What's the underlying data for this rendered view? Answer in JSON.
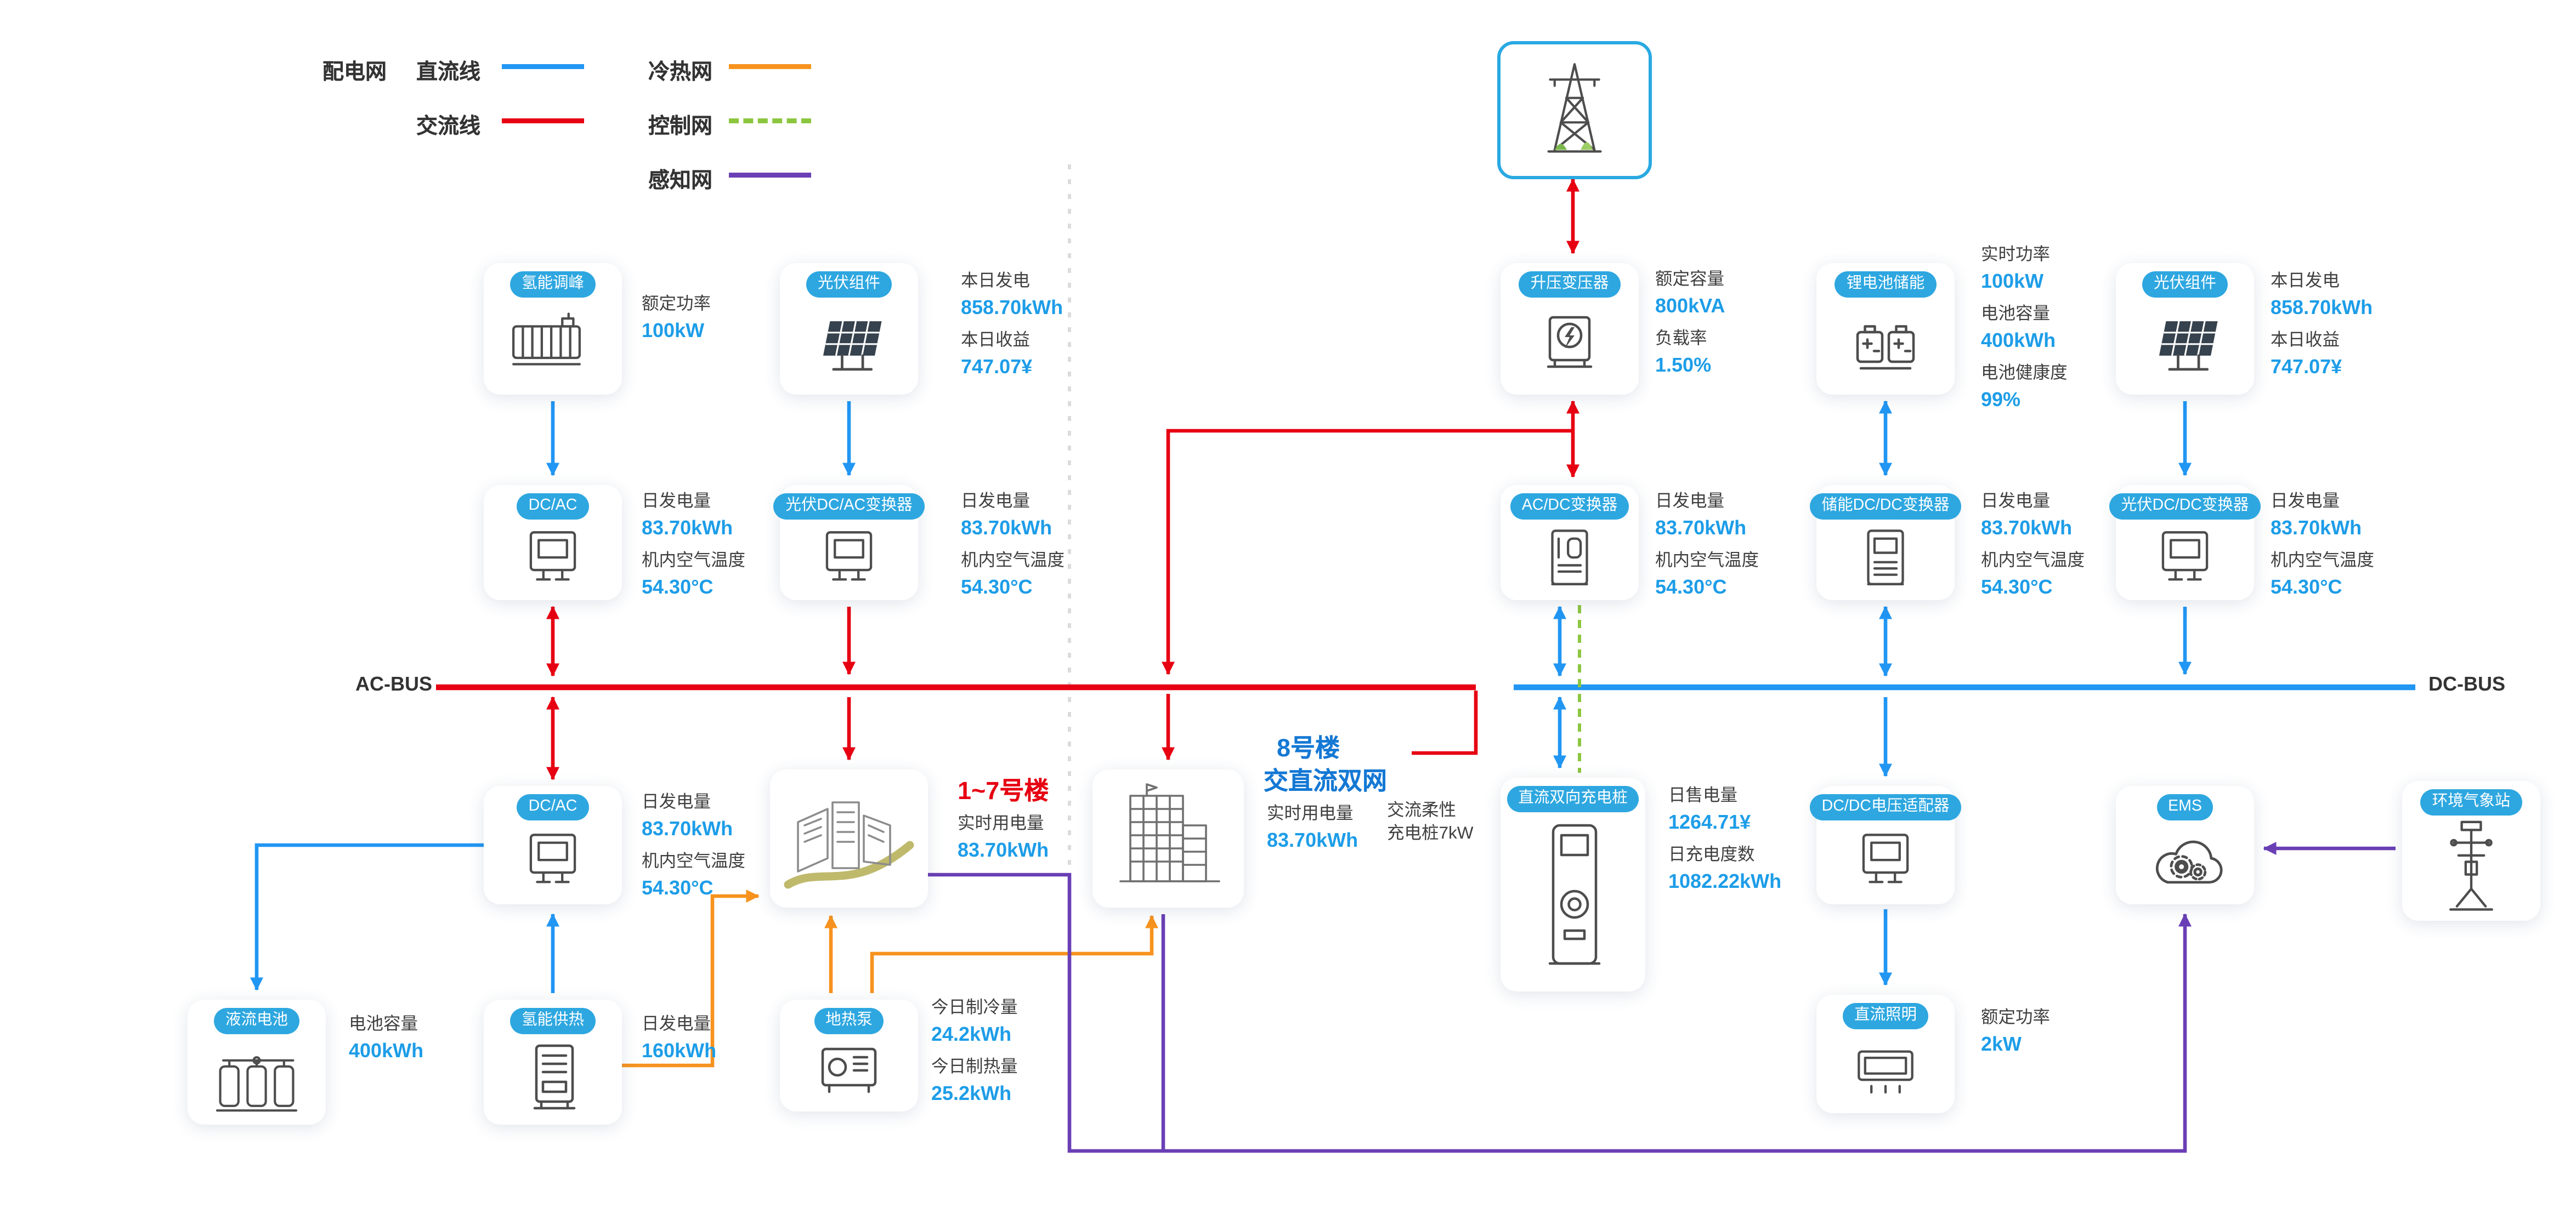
{
  "legend": {
    "title": "配电网",
    "items": [
      {
        "label": "直流线",
        "color": "#2196F3",
        "style": "solid"
      },
      {
        "label": "交流线",
        "color": "#E60012",
        "style": "solid"
      },
      {
        "label": "冷热网",
        "color": "#F7931E",
        "style": "solid"
      },
      {
        "label": "控制网",
        "color": "#8CC63F",
        "style": "dashed"
      },
      {
        "label": "感知网",
        "color": "#6A3FB5",
        "style": "solid"
      }
    ]
  },
  "buses": {
    "ac_label": "AC-BUS",
    "dc_label": "DC-BUS"
  },
  "nodes": {
    "hydrogen_peak": {
      "label": "氢能调峰",
      "stats": [
        {
          "label": "额定功率",
          "value": "100kW"
        }
      ]
    },
    "pv_left": {
      "label": "光伏组件",
      "stats": [
        {
          "label": "本日发电",
          "value": "858.70kWh"
        },
        {
          "label": "本日收益",
          "value": "747.07¥"
        }
      ]
    },
    "dcac_top": {
      "label": "DC/AC",
      "stats": [
        {
          "label": "日发电量",
          "value": "83.70kWh"
        },
        {
          "label": "机内空气温度",
          "value": "54.30°C"
        }
      ]
    },
    "pv_dcac": {
      "label": "光伏DC/AC变换器",
      "stats": [
        {
          "label": "日发电量",
          "value": "83.70kWh"
        },
        {
          "label": "机内空气温度",
          "value": "54.30°C"
        }
      ]
    },
    "dcac_bottom": {
      "label": "DC/AC",
      "stats": [
        {
          "label": "日发电量",
          "value": "83.70kWh"
        },
        {
          "label": "机内空气温度",
          "value": "54.30°C"
        }
      ]
    },
    "flow_battery": {
      "label": "液流电池",
      "stats": [
        {
          "label": "电池容量",
          "value": "400kWh"
        }
      ]
    },
    "h2_heating": {
      "label": "氢能供热",
      "stats": [
        {
          "label": "日发电量",
          "value": "160kWh"
        }
      ]
    },
    "geothermal": {
      "label": "地热泵",
      "stats": [
        {
          "label": "今日制冷量",
          "value": "24.2kWh"
        },
        {
          "label": "今日制热量",
          "value": "25.2kWh"
        }
      ]
    },
    "transformer": {
      "label": "升压变压器",
      "stats": [
        {
          "label": "额定容量",
          "value": "800kVA"
        },
        {
          "label": "负载率",
          "value": "1.50%"
        }
      ]
    },
    "li_battery": {
      "label": "锂电池储能",
      "stats": [
        {
          "label": "实时功率",
          "value": "100kW"
        },
        {
          "label": "电池容量",
          "value": "400kWh"
        },
        {
          "label": "电池健康度",
          "value": "99%"
        }
      ]
    },
    "pv_right": {
      "label": "光伏组件",
      "stats": [
        {
          "label": "本日发电",
          "value": "858.70kWh"
        },
        {
          "label": "本日收益",
          "value": "747.07¥"
        }
      ]
    },
    "acdc": {
      "label": "AC/DC变换器",
      "stats": [
        {
          "label": "日发电量",
          "value": "83.70kWh"
        },
        {
          "label": "机内空气温度",
          "value": "54.30°C"
        }
      ]
    },
    "storage_dcdc": {
      "label": "储能DC/DC变换器",
      "stats": [
        {
          "label": "日发电量",
          "value": "83.70kWh"
        },
        {
          "label": "机内空气温度",
          "value": "54.30°C"
        }
      ]
    },
    "pv_dcdc": {
      "label": "光伏DC/DC变换器",
      "stats": [
        {
          "label": "日发电量",
          "value": "83.70kWh"
        },
        {
          "label": "机内空气温度",
          "value": "54.30°C"
        }
      ]
    },
    "dc_charger": {
      "label": "直流双向充电桩",
      "stats": [
        {
          "label": "日售电量",
          "value": "1264.71¥"
        },
        {
          "label": "日充电度数",
          "value": "1082.22kWh"
        }
      ]
    },
    "dcdc_adapter": {
      "label": "DC/DC电压适配器",
      "stats": []
    },
    "dc_lighting": {
      "label": "直流照明",
      "stats": [
        {
          "label": "额定功率",
          "value": "2kW"
        }
      ]
    },
    "ems": {
      "label": "EMS",
      "stats": []
    },
    "weather_station": {
      "label": "环境气象站",
      "stats": []
    }
  },
  "buildings": {
    "b17": {
      "title": "1~7号楼",
      "stats": [
        {
          "label": "实时用电量",
          "value": "83.70kWh"
        }
      ]
    },
    "b8": {
      "title_line1": "8号楼",
      "title_line2": "交直流双网",
      "stats": [
        {
          "label": "实时用电量",
          "value": "83.70kWh"
        }
      ],
      "note_line1": "交流柔性",
      "note_line2": "充电桩7kW"
    }
  },
  "colors": {
    "pill_blue": "#2EA7E0",
    "value_blue": "#1D9DE8",
    "dc_line": "#2196F3",
    "ac_line": "#E60012",
    "thermal_line": "#F7931E",
    "control_line": "#8CC63F",
    "sensing_line": "#6A3FB5",
    "title_red": "#E60012",
    "title_blue": "#1478D4"
  }
}
